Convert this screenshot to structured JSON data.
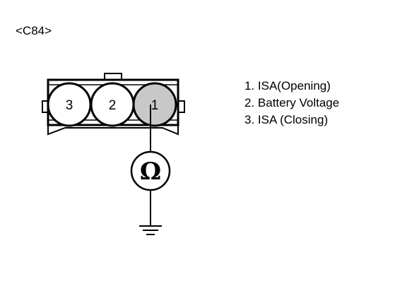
{
  "connector": {
    "id_label": "<C84>"
  },
  "pins": [
    {
      "label": "3"
    },
    {
      "label": "2"
    },
    {
      "label": "1"
    }
  ],
  "meter": {
    "symbol": "Ω",
    "icon": "ohmmeter-icon"
  },
  "ground": {
    "icon": "ground-icon"
  },
  "legend": {
    "items": [
      {
        "text": "1. ISA(Opening)"
      },
      {
        "text": "2. Battery Voltage"
      },
      {
        "text": "3. ISA (Closing)"
      }
    ]
  },
  "colors": {
    "line": "#000000",
    "highlight_pin_fill": "#c8c8c8",
    "background": "#ffffff"
  }
}
